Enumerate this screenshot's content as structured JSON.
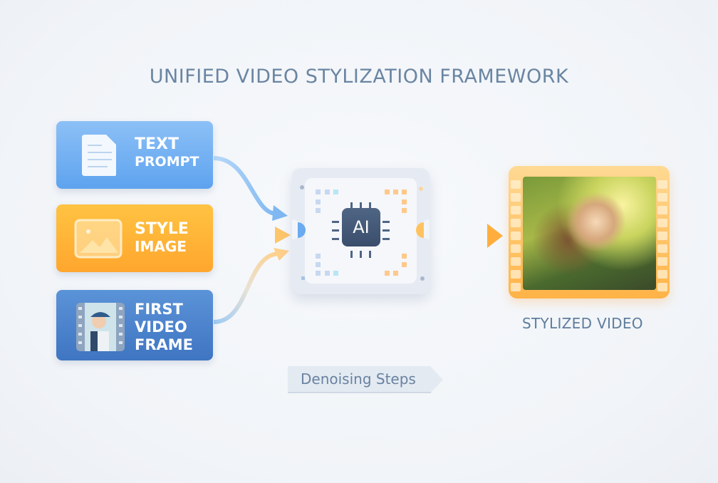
{
  "title": "UNIFIED VIDEO STYLIZATION FRAMEWORK",
  "inputs": [
    {
      "line1": "TEXT",
      "line2": "PROMPT",
      "icon": "document-icon",
      "color": "#6eaef2"
    },
    {
      "line1": "STYLE",
      "line2": "IMAGE",
      "icon": "image-icon",
      "color": "#ffb238"
    },
    {
      "line1": "FIRST",
      "line2": "VIDEO",
      "line3": "FRAME",
      "icon": "video-frame-thumbnail",
      "color": "#4a82cc"
    }
  ],
  "model": {
    "chip_label": "AI"
  },
  "output": {
    "label": "STYLIZED VIDEO"
  },
  "steps": {
    "label": "Denoising Steps"
  },
  "colors": {
    "blue_arrow": "#7fb8f2",
    "orange_arrow": "#ffb347",
    "title": "#6a85a2"
  }
}
